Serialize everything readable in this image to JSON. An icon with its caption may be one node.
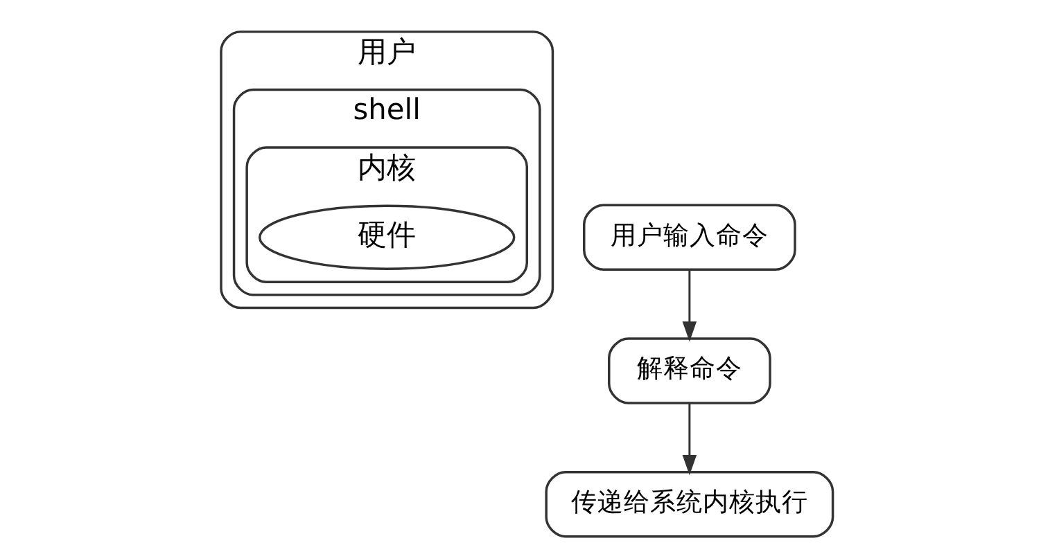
{
  "diagram": {
    "nodes": [
      {
        "text": [
          "用户"
        ]
      },
      {
        "text": [
          "shell"
        ],
        "in": 0
      },
      {
        "text": [
          "内核"
        ],
        "in": 1
      },
      {
        "text": [
          "硬件"
        ],
        "in": 2
      },
      {
        "text": [
          "用户输入命令"
        ]
      },
      {
        "text": [
          "解释命令"
        ]
      },
      {
        "text": [
          "传递给系统内核执行"
        ]
      }
    ],
    "edges": [
      {
        "from": 4,
        "to": 5,
        "arrow": "to"
      },
      {
        "from": 5,
        "to": 6,
        "arrow": "to"
      }
    ]
  }
}
